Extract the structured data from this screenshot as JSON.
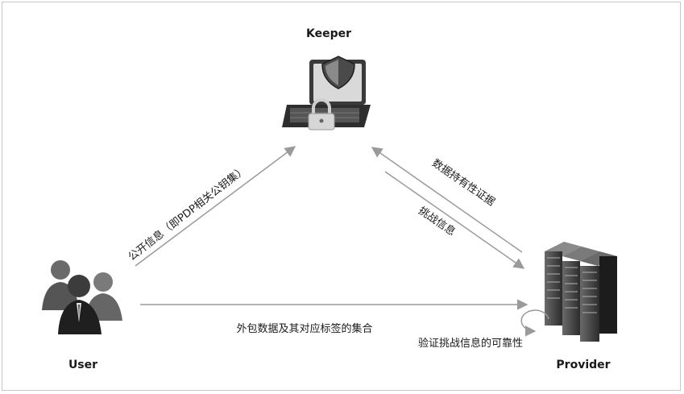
{
  "nodes": {
    "keeper": {
      "title": "Keeper",
      "icon": "laptop-shield-lock-icon"
    },
    "user": {
      "title": "User",
      "icon": "user-group-icon"
    },
    "provider": {
      "title": "Provider",
      "icon": "server-rack-icon"
    }
  },
  "edges": {
    "user_to_keeper": "公开信息（即PDP相关公钥集）",
    "provider_to_keeper": "数据持有性证据",
    "keeper_to_provider": "挑战信息",
    "user_to_provider": "外包数据及其对应标签的集合",
    "provider_self": "验证挑战信息的可靠性"
  },
  "colors": {
    "arrow": "#9a9a9a",
    "text": "#1a1a1a",
    "dark": "#2a2a2a"
  }
}
